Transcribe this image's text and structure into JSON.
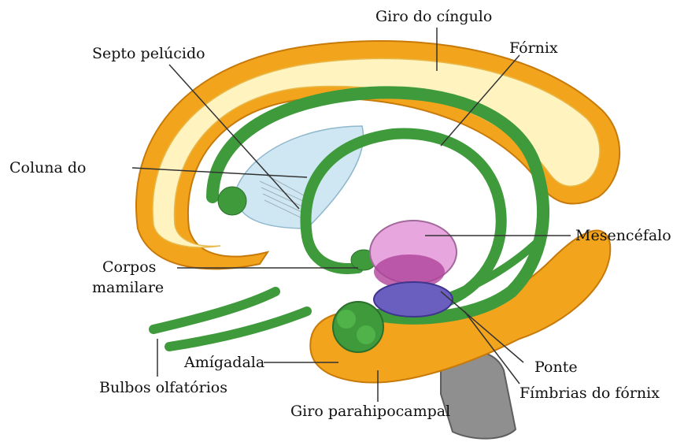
{
  "colors": {
    "cortex_outer": "#f2a51c",
    "cortex_inner": "#fff3bf",
    "fornix": "#3f9a3c",
    "fornix_dark": "#2c6f2d",
    "midbrain": "#e7a6de",
    "pons": "#6a5fbf",
    "brainstem": "#8f8f8f",
    "ventricle": "#cfe7f2",
    "leader": "#333333"
  },
  "labels": {
    "giro_cingulo": "Giro do cíngulo",
    "septo": "Septo pelúcido",
    "fornix": "Fórnix",
    "coluna": "Coluna do",
    "mesencefalo": "Mesencéfalo",
    "corpos_line1": "Corpos",
    "corpos_line2": "mamilare",
    "amigdala": "Amígadala",
    "bulbos": "Bulbos olfatórios",
    "ponte": "Ponte",
    "fimbrias": "Fímbrias do fórnix",
    "giro_parahipocampal": "Giro parahipocampal"
  },
  "icons": {
    "figure": "limbic-system-illustration"
  }
}
